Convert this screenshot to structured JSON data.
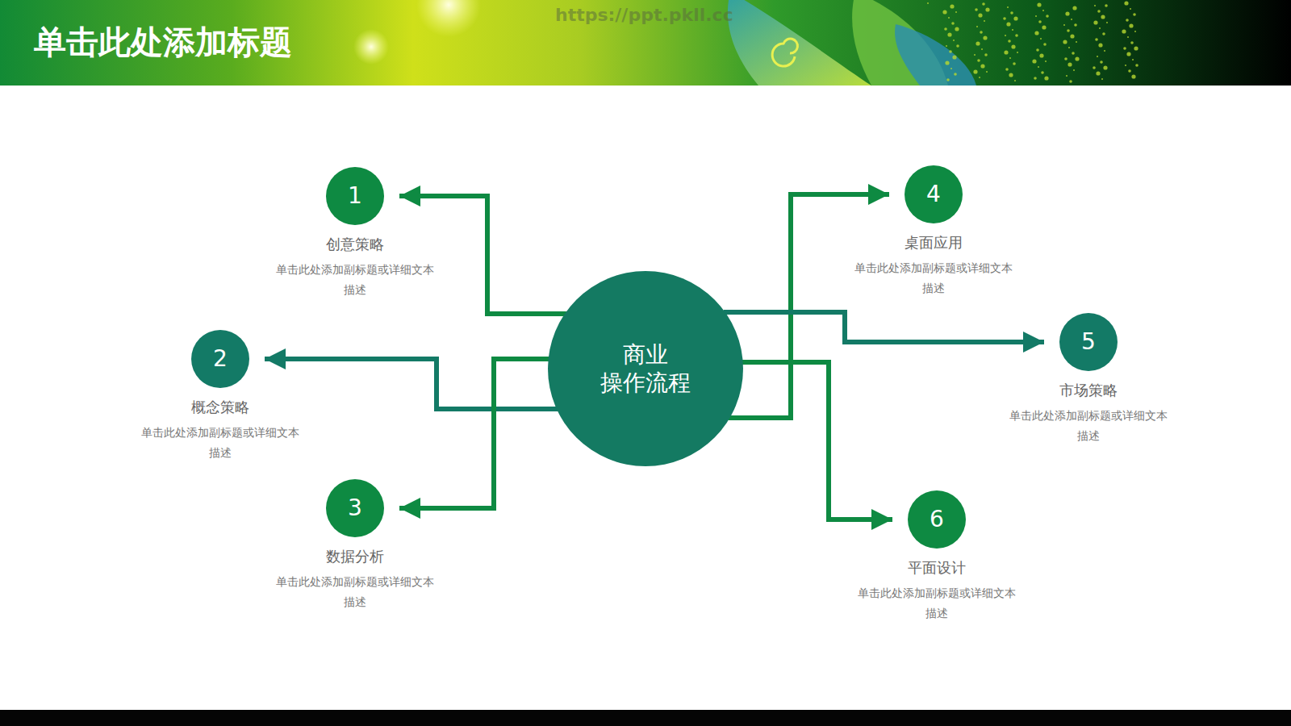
{
  "diagram": {
    "title": "单击此处添加标题",
    "nodes": [
      {
        "text": [
          "商业 操作流程"
        ]
      },
      {
        "text": [
          "1",
          "创意策略",
          "单击此处添加副标题或详细文本 描述"
        ]
      },
      {
        "text": [
          "2",
          "概念策略",
          "单击此处添加副标题或详细文本 描述"
        ]
      },
      {
        "text": [
          "3",
          "数据分析",
          "单击此处添加副标题或详细文本 描述"
        ]
      },
      {
        "text": [
          "4",
          "桌面应用",
          "单击此处添加副标题或详细文本 描述"
        ]
      },
      {
        "text": [
          "5",
          "市场策略",
          "单击此处添加副标题或详细文本 描述"
        ]
      },
      {
        "text": [
          "6",
          "平面设计",
          "单击此处添加副标题或详细文本 描述"
        ]
      }
    ],
    "edges": [
      {
        "from": 0,
        "to": 1,
        "arrow": "to"
      },
      {
        "from": 0,
        "to": 2,
        "arrow": "to"
      },
      {
        "from": 0,
        "to": 3,
        "arrow": "to"
      },
      {
        "from": 0,
        "to": 4,
        "arrow": "to"
      },
      {
        "from": 0,
        "to": 5,
        "arrow": "to"
      },
      {
        "from": 0,
        "to": 6,
        "arrow": "to"
      }
    ],
    "labels": [
      "https://ppt.pkll.cc"
    ]
  }
}
